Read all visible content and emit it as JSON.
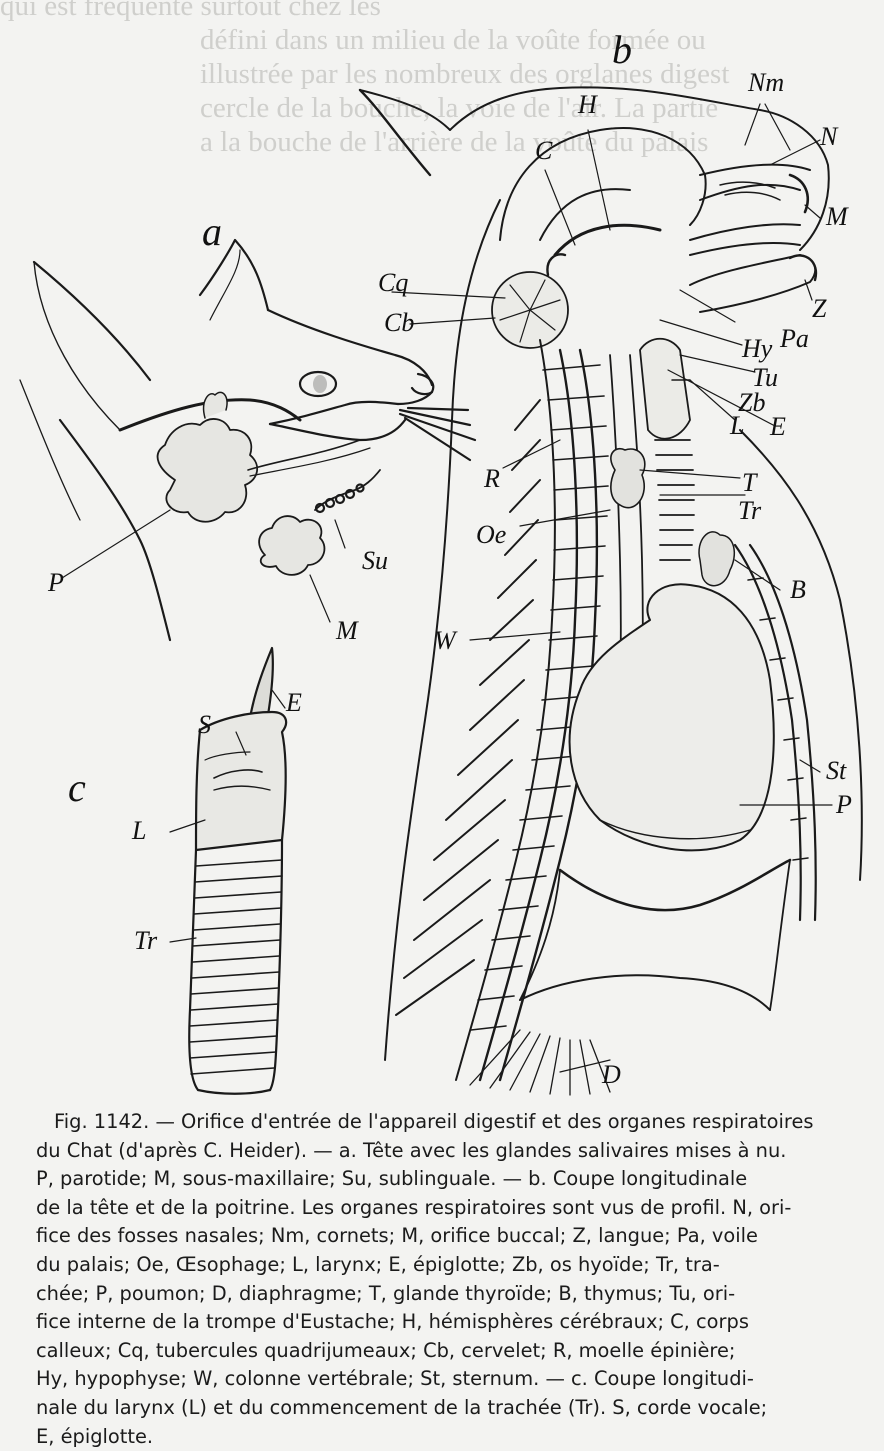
{
  "background_text": [
    "qui est fréquente surtout chez les",
    "défini dans un milieu de la voûte formée ou",
    "illustrée par les nombreux des orglanes digest",
    "cercle de la bouche, la voie de l'air. La partie",
    "a la bouche de l'arrière de la voûte du palais"
  ],
  "panels": {
    "a": "a",
    "b": "b",
    "c": "c"
  },
  "labels": {
    "a_P": "P",
    "a_Su": "Su",
    "a_M": "M",
    "b_H": "H",
    "b_C": "C",
    "b_Nm": "Nm",
    "b_N": "N",
    "b_M": "M",
    "b_Cq": "Cq",
    "b_Cb": "Cb",
    "b_Z": "Z",
    "b_Pa": "Pa",
    "b_Hy": "Hy",
    "b_Tu": "Tu",
    "b_Zb": "Zb",
    "b_L": "L",
    "b_E": "E",
    "b_R": "R",
    "b_T": "T",
    "b_Tr": "Tr",
    "b_Oe": "Oe",
    "b_B": "B",
    "b_W": "W",
    "b_St": "St",
    "b_P": "P",
    "b_D": "D",
    "c_S": "S",
    "c_E": "E",
    "c_L": "L",
    "c_Tr": "Tr"
  },
  "caption": {
    "lines": [
      "Fig. 1142. — Orifice d'entrée de l'appareil digestif et des organes respiratoires",
      "du Chat (d'après C. Heider). — a. Tête avec les glandes salivaires mises à nu.",
      "P, parotide; M, sous-maxillaire; Su, sublinguale. — b. Coupe longitudinale",
      "de la tête et de la poitrine. Les organes respiratoires sont vus de profil. N, ori-",
      "fice des fosses nasales; Nm, cornets; M, orifice buccal; Z, langue; Pa, voile",
      "du palais; Oe, Œsophage; L, larynx; E, épiglotte; Zb, os hyoïde; Tr, tra-",
      "chée; P, poumon; D, diaphragme; T, glande thyroïde; B, thymus; Tu, ori-",
      "fice interne de la trompe d'Eustache; H, hémisphères cérébraux; C, corps",
      "calleux; Cq, tubercules quadrijumeaux; Cb, cervelet; R, moelle épinière;",
      "Hy, hypophyse; W, colonne vertébrale; St, sternum. — c. Coupe longitudi-",
      "nale du larynx (L) et du commencement de la trachée (Tr). S, corde vocale;",
      "E, épiglotte."
    ]
  }
}
